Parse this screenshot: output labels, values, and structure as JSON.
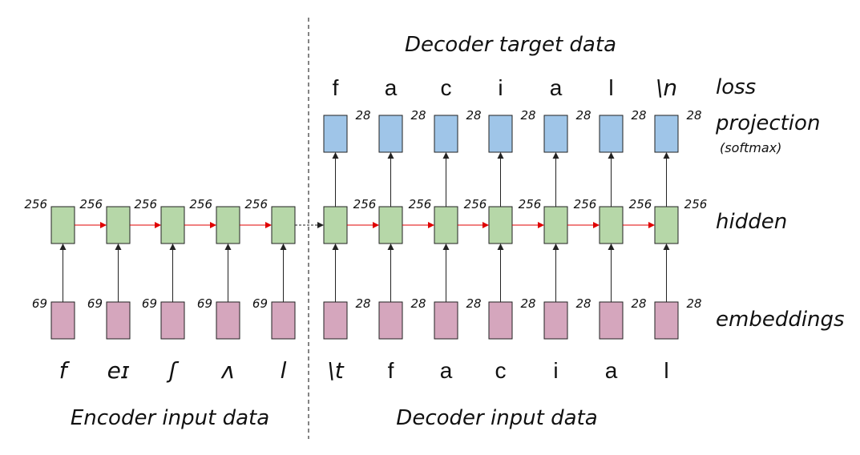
{
  "titles": {
    "decoder_target": "Decoder target data",
    "encoder_input": "Encoder input data",
    "decoder_input": "Decoder input data"
  },
  "row_labels": {
    "loss": "loss",
    "projection": "projection",
    "softmax": "(softmax)",
    "hidden": "hidden",
    "embeddings": "embeddings"
  },
  "encoder": {
    "tokens": [
      "f",
      "eɪ",
      "ʃ",
      "ʌ",
      "l"
    ],
    "embedding_dim": "69",
    "hidden_dim": "256"
  },
  "decoder": {
    "input_tokens": [
      "\\t",
      "f",
      "a",
      "c",
      "i",
      "a",
      "l"
    ],
    "target_tokens": [
      "f",
      "a",
      "c",
      "i",
      "a",
      "l",
      "\\n"
    ],
    "embedding_dim": "28",
    "hidden_dim": "256",
    "projection_dim": "28"
  },
  "colors": {
    "embedding": "#d5a6bd",
    "hidden": "#b6d7a8",
    "projection": "#9fc5e8",
    "recurrent_arrow": "#e00000",
    "special_token": "#e00000"
  }
}
